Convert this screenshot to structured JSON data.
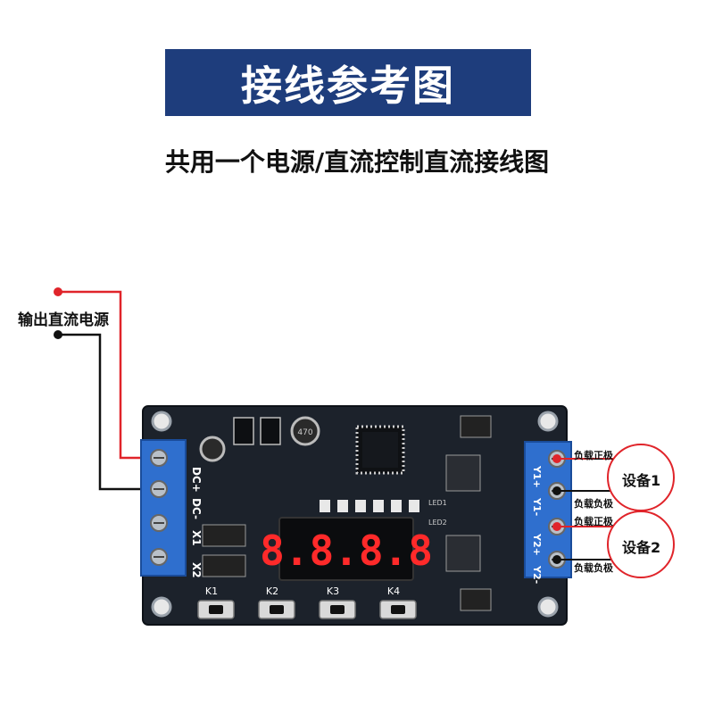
{
  "header": {
    "title": "接线参考图",
    "subtitle": "共用一个电源/直流控制直流接线图"
  },
  "wiring": {
    "input_label": "输出直流电源",
    "load_positive_1": "负载正极",
    "load_negative_1": "负载负极",
    "load_positive_2": "负载正极",
    "load_negative_2": "负载负极",
    "device1": "设备1",
    "device2": "设备2"
  },
  "board": {
    "display_value": "8.8.8.8",
    "left_terminal_labels": [
      "DC+",
      "DC-",
      "X1",
      "X2"
    ],
    "right_terminal_labels": [
      "Y1+",
      "Y1-",
      "Y2+",
      "Y2-"
    ],
    "buttons": [
      "K1",
      "K2",
      "K3",
      "K4"
    ],
    "led_labels": [
      "LED1",
      "LED2"
    ],
    "capacitor_label": "470"
  },
  "colors": {
    "banner": "#1e3d7c",
    "pcb": "#1c222b",
    "terminal": "#2f6fce",
    "wire_positive": "#e0242a",
    "wire_negative": "#111111",
    "display_digits": "#ff2a2a"
  }
}
